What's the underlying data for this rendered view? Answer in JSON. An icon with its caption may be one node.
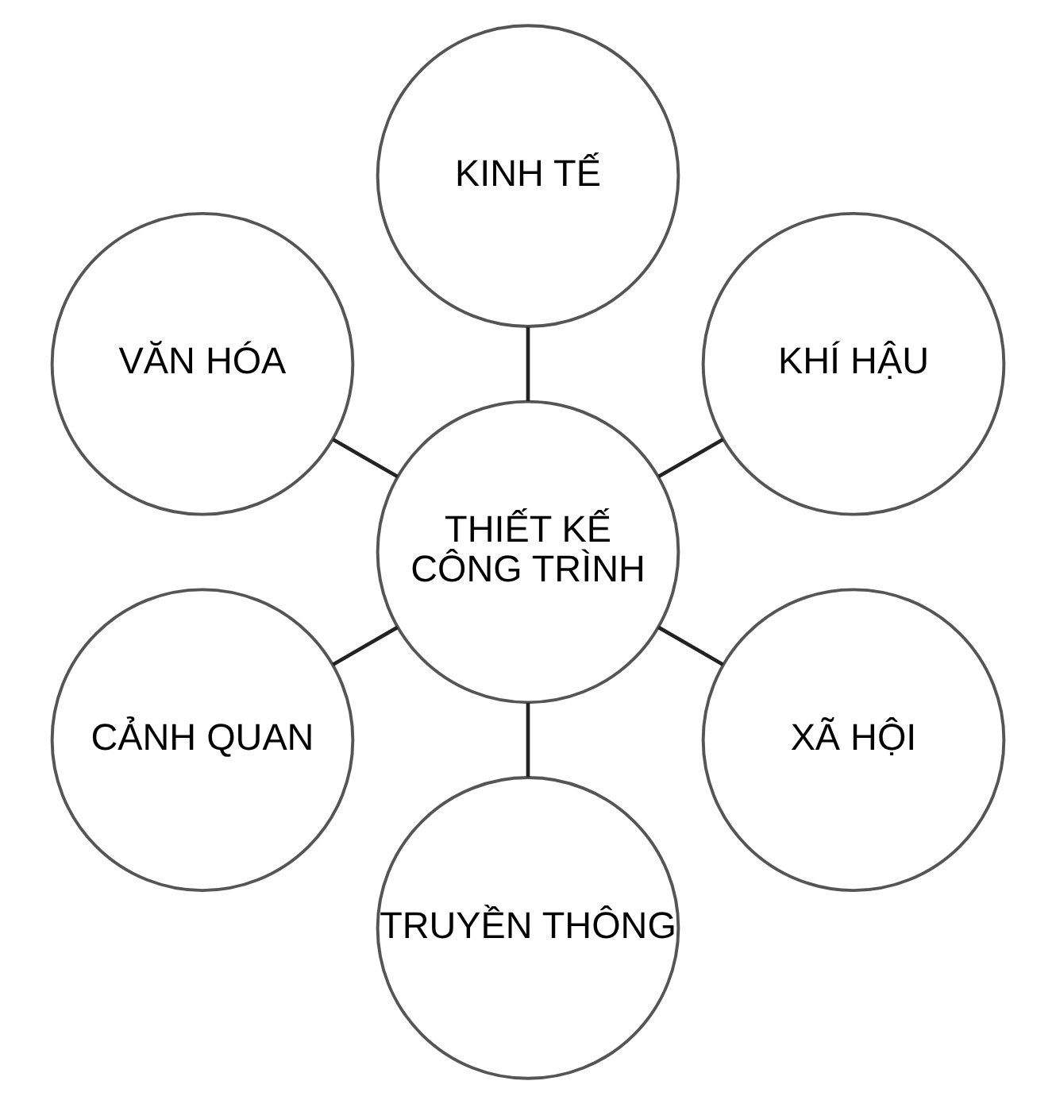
{
  "diagram": {
    "nodes": [
      {
        "text": [
          "KHÍ HẬU"
        ]
      },
      {
        "text": [
          "KINH TẾ"
        ]
      },
      {
        "text": [
          "VĂN HÓA"
        ]
      },
      {
        "text": [
          "THIẾT KẾ CÔNG TRÌNH"
        ]
      },
      {
        "text": [
          "CẢNH QUAN"
        ]
      },
      {
        "text": [
          "TRUYỀN THÔNG"
        ]
      },
      {
        "text": [
          "XÃ HỘI"
        ]
      }
    ],
    "edges": [
      {
        "from": 3,
        "to": 0,
        "arrow": "none"
      },
      {
        "from": 3,
        "to": 1,
        "arrow": "none"
      },
      {
        "from": 3,
        "to": 2,
        "arrow": "none"
      },
      {
        "from": 3,
        "to": 4,
        "arrow": "none"
      },
      {
        "from": 3,
        "to": 5,
        "arrow": "none"
      },
      {
        "from": 3,
        "to": 6,
        "arrow": "none"
      }
    ]
  }
}
